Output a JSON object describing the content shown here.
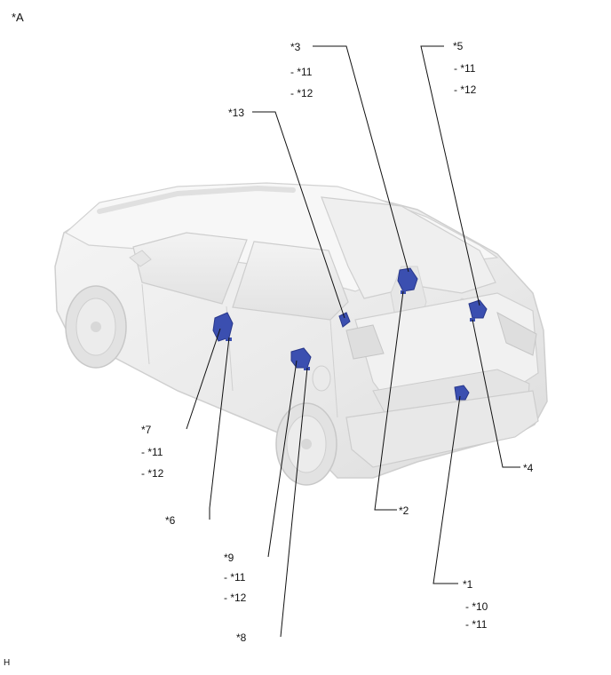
{
  "figure_tag": "*A",
  "footer_code": "H",
  "callouts": {
    "c1": {
      "main": "*1",
      "subs": [
        "- *10",
        "- *11"
      ]
    },
    "c2": {
      "main": "*2",
      "subs": []
    },
    "c3": {
      "main": "*3",
      "subs": [
        "- *11",
        "- *12"
      ]
    },
    "c4": {
      "main": "*4",
      "subs": []
    },
    "c5": {
      "main": "*5",
      "subs": [
        "- *11",
        "- *12"
      ]
    },
    "c6": {
      "main": "*6",
      "subs": []
    },
    "c7": {
      "main": "*7",
      "subs": [
        "- *11",
        "- *12"
      ]
    },
    "c8": {
      "main": "*8",
      "subs": []
    },
    "c9": {
      "main": "*9",
      "subs": [
        "- *11",
        "- *12"
      ]
    },
    "c13": {
      "main": "*13",
      "subs": []
    }
  },
  "colors": {
    "component_blue": "#3b4fb0",
    "leader_line": "#111111",
    "car_body": "#efefef",
    "car_outline": "#c9c9c9"
  }
}
